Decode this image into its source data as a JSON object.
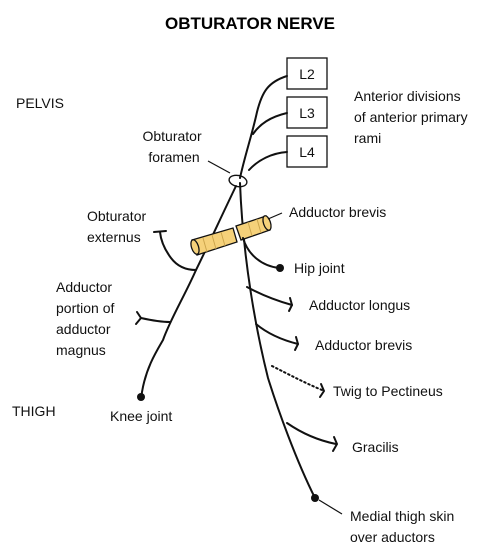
{
  "title": "OBTURATOR NERVE",
  "regions": {
    "upper": "PELVIS",
    "lower": "THIGH"
  },
  "roots": [
    "L2",
    "L3",
    "L4"
  ],
  "roots_caption": [
    "Anterior divisions",
    "of anterior primary",
    "rami"
  ],
  "foramen_label": [
    "Obturator",
    "foramen"
  ],
  "muscle_color": "#f5d17a",
  "branches": {
    "obturator_externus": [
      "Obturator",
      "externus"
    ],
    "adductor_brevis_muscle": "Adductor brevis",
    "hip_joint": "Hip joint",
    "adductor_longus": "Adductor longus",
    "adductor_brevis": "Adductor brevis",
    "twig_pectineus": "Twig to Pectineus",
    "gracilis": "Gracilis",
    "medial_thigh_skin": [
      "Medial thigh skin",
      "over aductors"
    ],
    "adductor_magnus": [
      "Adductor",
      "portion of",
      "adductor",
      "magnus"
    ],
    "knee_joint": "Knee joint"
  }
}
